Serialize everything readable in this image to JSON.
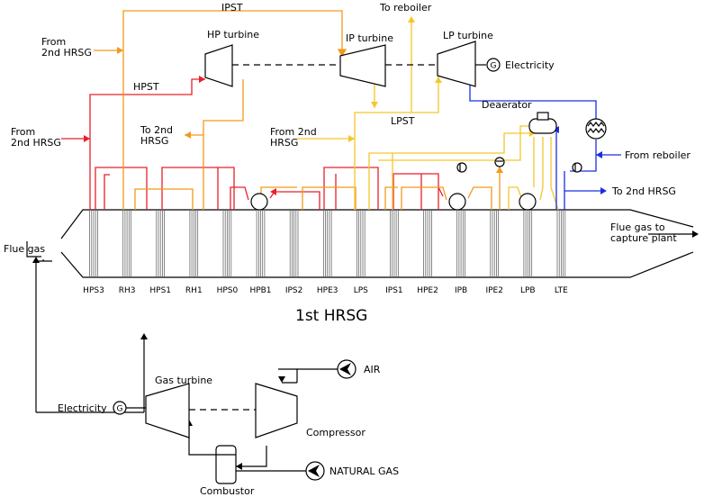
{
  "labels": {
    "ipst": "IPST",
    "to_reboiler": "To reboiler",
    "from_2nd_hrsg_top": "From\n2nd HRSG",
    "hp_turbine": "HP turbine",
    "ip_turbine": "IP turbine",
    "lp_turbine": "LP turbine",
    "electricity_top": "Electricity",
    "hpst": "HPST",
    "from_2nd_hrsg_left": "From\n2nd HRSG",
    "to_2nd_hrsg_left": "To 2nd\nHRSG",
    "lpst": "LPST",
    "deaerator": "Deaerator",
    "from_2nd_hrsg_mid": "From 2nd\nHRSG",
    "from_reboiler": "From reboiler",
    "to_2nd_hrsg_right": "To 2nd HRSG",
    "flue_gas": "Flue gas",
    "flue_gas_capture": "Flue gas to\ncapture plant",
    "hrsg_title": "1st HRSG",
    "gas_turbine": "Gas turbine",
    "air": "AIR",
    "electricity_bottom": "Electricity",
    "compressor": "Compressor",
    "natural_gas": "NATURAL GAS",
    "combustor": "Combustor",
    "generator_symbol": "G"
  },
  "sections": [
    "HPS3",
    "RH3",
    "HPS1",
    "RH1",
    "HPS0",
    "HPB1",
    "IPS2",
    "HPE3",
    "LPS",
    "IPS1",
    "HPE2",
    "IPB",
    "IPE2",
    "LPB",
    "LTE"
  ],
  "colors": {
    "hp_steam": "#e8202a",
    "ip_steam": "#f29a1a",
    "lp_steam": "#f5c62a",
    "water_condensate": "#1a2ee0",
    "duct": "#000000"
  }
}
